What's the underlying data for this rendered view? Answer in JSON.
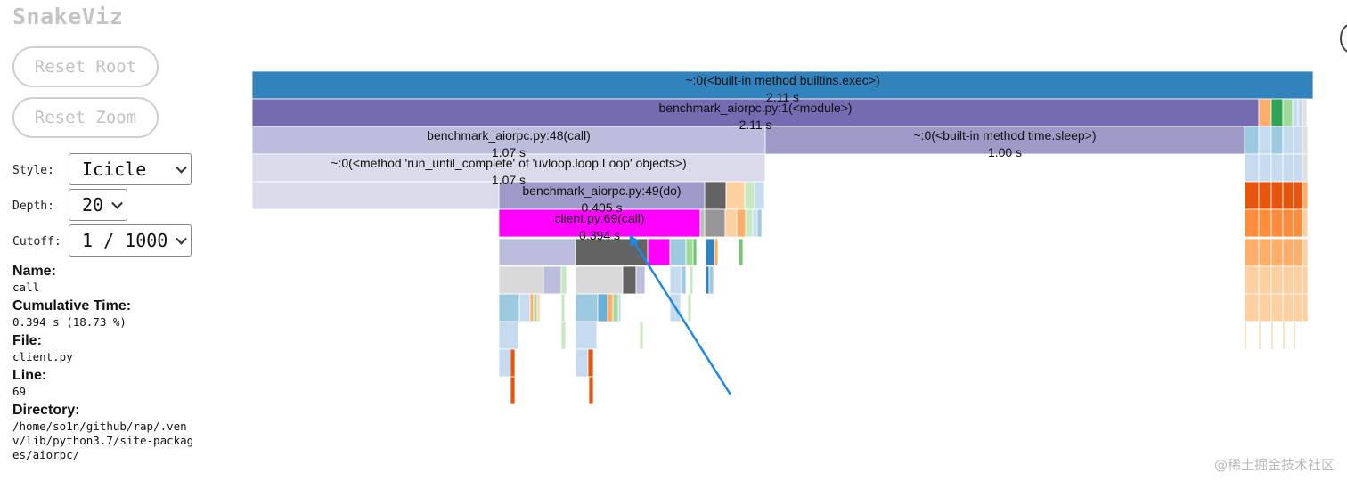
{
  "app": {
    "title": "SnakeViz"
  },
  "buttons": {
    "reset_root": "Reset Root",
    "reset_zoom": "Reset Zoom"
  },
  "controls": {
    "style_label": "Style:",
    "style_value": "Icicle",
    "depth_label": "Depth:",
    "depth_value": "20",
    "cutoff_label": "Cutoff:",
    "cutoff_value": "1 / 1000"
  },
  "info": {
    "name_label": "Name:",
    "name_value": "call",
    "cumtime_label": "Cumulative Time:",
    "cumtime_value": "0.394 s (18.73 %)",
    "file_label": "File:",
    "file_value": "client.py",
    "line_label": "Line:",
    "line_value": "69",
    "dir_label": "Directory:",
    "dir_value": "/home/so1n/github/rap/.venv/lib/python3.7/site-packages/aiorpc/"
  },
  "icicle": {
    "labeled": [
      {
        "name": "~:0(<built-in method builtins.exec>)",
        "time": "2.11 s",
        "color": "#3182bd"
      },
      {
        "name": "benchmark_aiorpc.py:1(<module>)",
        "time": "2.11 s",
        "color": "#756bb1"
      },
      {
        "name": "benchmark_aiorpc.py:48(call)",
        "time": "1.07 s",
        "color": "#bcbddc"
      },
      {
        "name": "~:0(<built-in method time.sleep>)",
        "time": "1.00 s",
        "color": "#9e9ac8"
      },
      {
        "name": "~:0(<method 'run_until_complete' of 'uvloop.loop.Loop' objects>)",
        "time": "1.07 s",
        "color": "#dadaeb"
      },
      {
        "name": "benchmark_aiorpc.py:49(do)",
        "time": "0.405 s",
        "color": "#9e9ac8"
      },
      {
        "name": "client.py:69(call)",
        "time": "0.394 s",
        "color": "#ff00ff"
      }
    ],
    "highlight_color": "#ff00ff",
    "annotation_color": "#1e88e5"
  },
  "watermark": "@稀土掘金技术社区"
}
